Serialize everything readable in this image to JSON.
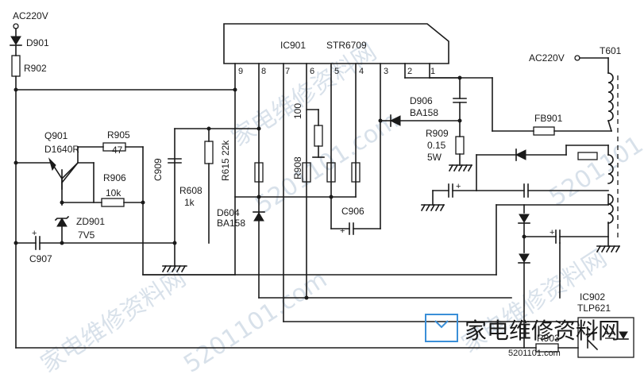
{
  "diagram": {
    "ac_input_label": "AC220V",
    "ac_transformer_label": "AC220V",
    "ic901": {
      "ref": "IC901",
      "part": "STR6709",
      "pins": [
        "9",
        "8",
        "7",
        "6",
        "5",
        "4",
        "3",
        "2",
        "1"
      ]
    },
    "components": {
      "D901": "D901",
      "R902": "R902",
      "Q901": "Q901",
      "Q901_part": "D1640R",
      "R905": "R905",
      "R905_val": "47",
      "R906": "R906",
      "R906_val": "10k",
      "ZD901": "ZD901",
      "ZD901_val": "7V5",
      "C907": "C907",
      "C909": "C909",
      "R608": "R608",
      "R608_val": "1k",
      "R615": "R615",
      "R615_val": "22k",
      "D604": "D604",
      "D604_part": "BA158",
      "R908": "R908",
      "R908_val": "100",
      "C906": "C906",
      "D906": "D906",
      "D906_part": "BA158",
      "R909": "R909",
      "R909_val": "0.15",
      "R909_pwr": "5W",
      "FB901": "FB901",
      "T601": "T601",
      "IC902": "IC902",
      "IC902_part": "TLP621",
      "R903": "R903"
    },
    "watermarks": [
      "家电维修资料网",
      "5201101.com",
      "家电维修资料网",
      "5201101.com",
      "家电维修资料网",
      "5201101"
    ],
    "site_logo": {
      "text": "家电维修资料网",
      "sub": "5201101.com",
      "accent": "#3a8fd8"
    }
  }
}
